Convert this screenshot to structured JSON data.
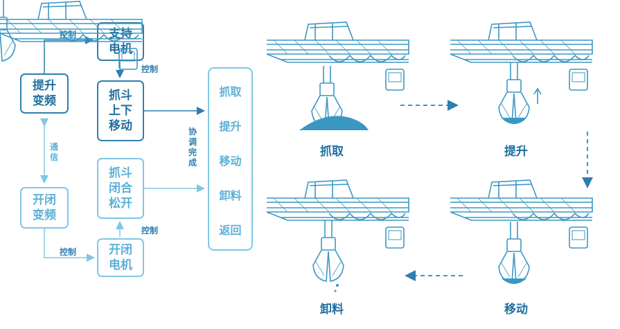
{
  "flow": {
    "box_lift_freq": "提升\n变频",
    "box_support_motor": "支持\n电机",
    "box_grab_updown": "抓斗\n上下\n移动",
    "box_open_close_freq": "开闭\n变频",
    "box_grab_open_close": "抓斗\n闭合\n松开",
    "box_open_close_motor": "开闭\n电机",
    "label_control": "控制",
    "label_comm": "通\n信",
    "label_coordinate": "协\n调\n完\n成"
  },
  "steps": [
    "抓取",
    "提升",
    "移动",
    "卸料",
    "返回"
  ],
  "captions": {
    "grab": "抓取",
    "lift": "提升",
    "unload": "卸料",
    "move": "移动"
  },
  "colors": {
    "dark": "#2e7fae",
    "light": "#7fc7e4",
    "illustration": "#3a97c4"
  }
}
